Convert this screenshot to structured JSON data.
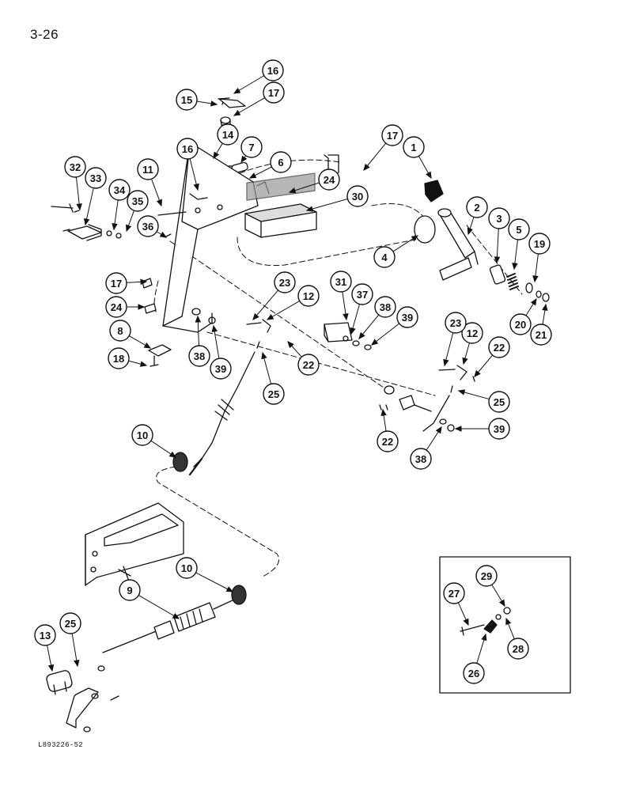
{
  "page": {
    "page_number": "3-26",
    "figure_code": "L893226-52"
  },
  "callouts": [
    {
      "id": "c1",
      "label": "1"
    },
    {
      "id": "c2",
      "label": "2"
    },
    {
      "id": "c3",
      "label": "3"
    },
    {
      "id": "c4",
      "label": "4"
    },
    {
      "id": "c5",
      "label": "5"
    },
    {
      "id": "c6",
      "label": "6"
    },
    {
      "id": "c7",
      "label": "7"
    },
    {
      "id": "c8",
      "label": "8"
    },
    {
      "id": "c9",
      "label": "9"
    },
    {
      "id": "c10a",
      "label": "10"
    },
    {
      "id": "c10b",
      "label": "10"
    },
    {
      "id": "c11",
      "label": "11"
    },
    {
      "id": "c12a",
      "label": "12"
    },
    {
      "id": "c12b",
      "label": "12"
    },
    {
      "id": "c13",
      "label": "13"
    },
    {
      "id": "c14",
      "label": "14"
    },
    {
      "id": "c15",
      "label": "15"
    },
    {
      "id": "c16a",
      "label": "16"
    },
    {
      "id": "c16b",
      "label": "16"
    },
    {
      "id": "c17a",
      "label": "17"
    },
    {
      "id": "c17b",
      "label": "17"
    },
    {
      "id": "c17c",
      "label": "17"
    },
    {
      "id": "c18",
      "label": "18"
    },
    {
      "id": "c19",
      "label": "19"
    },
    {
      "id": "c20",
      "label": "20"
    },
    {
      "id": "c21",
      "label": "21"
    },
    {
      "id": "c22a",
      "label": "22"
    },
    {
      "id": "c22b",
      "label": "22"
    },
    {
      "id": "c22c",
      "label": "22"
    },
    {
      "id": "c23a",
      "label": "23"
    },
    {
      "id": "c23b",
      "label": "23"
    },
    {
      "id": "c24a",
      "label": "24"
    },
    {
      "id": "c24b",
      "label": "24"
    },
    {
      "id": "c25a",
      "label": "25"
    },
    {
      "id": "c25b",
      "label": "25"
    },
    {
      "id": "c25c",
      "label": "25"
    },
    {
      "id": "c26",
      "label": "26"
    },
    {
      "id": "c27",
      "label": "27"
    },
    {
      "id": "c28",
      "label": "28"
    },
    {
      "id": "c29",
      "label": "29"
    },
    {
      "id": "c30",
      "label": "30"
    },
    {
      "id": "c31",
      "label": "31"
    },
    {
      "id": "c32",
      "label": "32"
    },
    {
      "id": "c33",
      "label": "33"
    },
    {
      "id": "c34",
      "label": "34"
    },
    {
      "id": "c35",
      "label": "35"
    },
    {
      "id": "c36",
      "label": "36"
    },
    {
      "id": "c37",
      "label": "37"
    },
    {
      "id": "c38a",
      "label": "38"
    },
    {
      "id": "c38b",
      "label": "38"
    },
    {
      "id": "c38c",
      "label": "38"
    },
    {
      "id": "c39a",
      "label": "39"
    },
    {
      "id": "c39b",
      "label": "39"
    },
    {
      "id": "c39c",
      "label": "39"
    }
  ]
}
